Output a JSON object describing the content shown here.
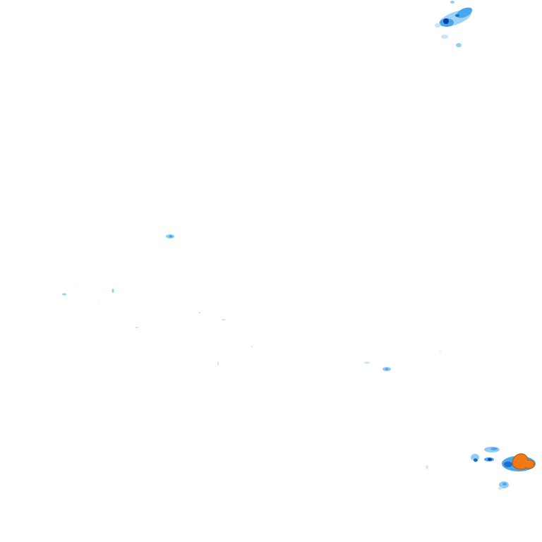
{
  "map": {
    "type": "weather-radar-overlay",
    "background_color": "#ffffff",
    "intensity_colors": {
      "very_light": "#c6e6fb",
      "light": "#8fcdf5",
      "moderate": "#4aa6ea",
      "heavy": "#1c6fd1",
      "very_heavy": "#0b3fa8",
      "intense": "#f07a18",
      "intense_outline": "#b55506"
    },
    "echo_cells": [
      {
        "name": "echo-cell-northeast",
        "max_intensity": "very_heavy"
      },
      {
        "name": "echo-cell-southeast",
        "max_intensity": "intense"
      },
      {
        "name": "echo-cell-south-central",
        "max_intensity": "moderate"
      },
      {
        "name": "echo-cell-west-central",
        "max_intensity": "moderate"
      },
      {
        "name": "scattered-speckles-west",
        "max_intensity": "light"
      }
    ]
  }
}
